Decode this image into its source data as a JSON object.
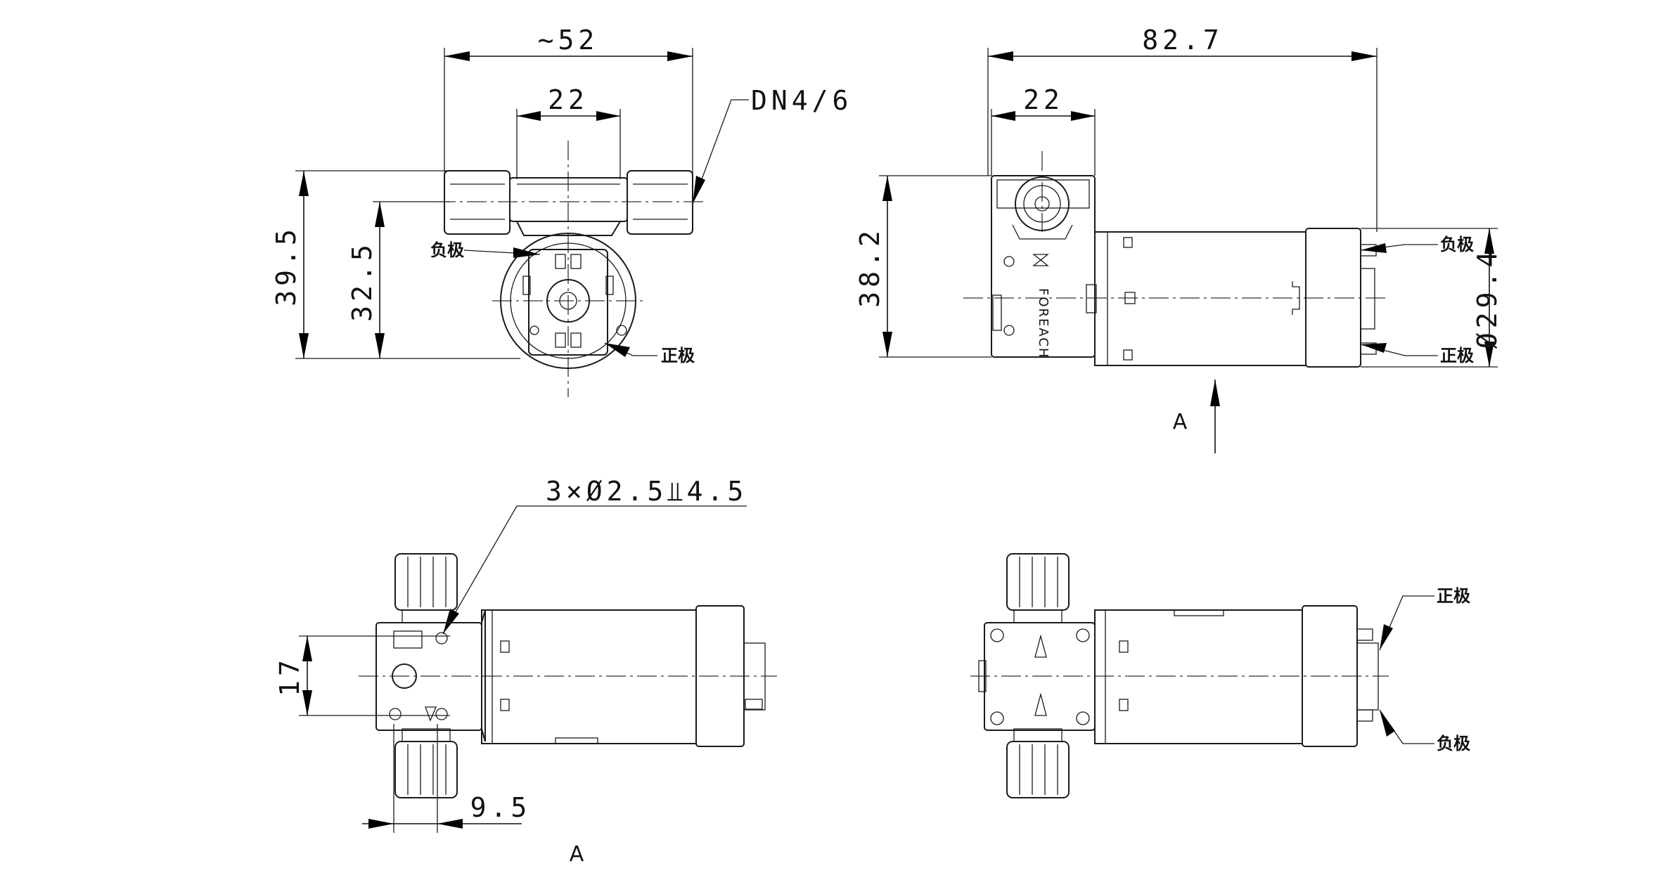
{
  "dimensions": {
    "top_left": {
      "width_overall": "~52",
      "width_body": "22",
      "port": "DN4/6",
      "height_overall": "39.5",
      "height_axis": "32.5"
    },
    "top_right": {
      "length_overall": "82.7",
      "width_head": "22",
      "height_head": "38.2",
      "motor_diameter": "Ø29.4"
    },
    "bottom_left": {
      "holes": "3×Ø2.5⫫4.5",
      "hole_spacing": "17",
      "offset": "9.5"
    }
  },
  "terminals": {
    "negative": "负极",
    "positive": "正极"
  },
  "view_label": "A",
  "brand": "FOREACH"
}
